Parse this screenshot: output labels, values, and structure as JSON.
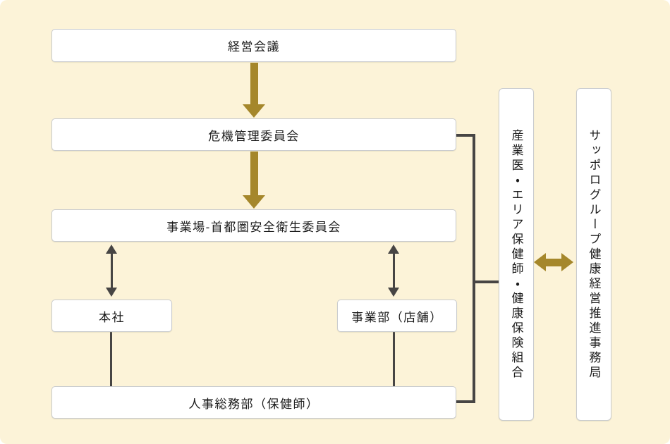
{
  "diagram": {
    "boxes": {
      "keiei": {
        "label": "経営会議"
      },
      "kiki": {
        "label": "危機管理委員会"
      },
      "jigyoba": {
        "label": "事業場-首都圏安全衛生委員会"
      },
      "honsha": {
        "label": "本社"
      },
      "jigyobu": {
        "label": "事業部（店舗）"
      },
      "jinji": {
        "label": "人事総務部（保健師）"
      },
      "sangyoi": {
        "label": "産業医・エリア保健師・健康保険組合"
      },
      "sapporo": {
        "label": "サッポログループ健康経営推進事務局"
      }
    },
    "icons": {
      "down_arrow": "solid gold downward arrow",
      "double_vertical_arrow": "dark gray two-headed vertical arrow",
      "double_horizontal_arrow": "gold two-headed horizontal arrow",
      "connector_line": "dark gray right-angle connector line"
    },
    "colors": {
      "background": "#FCF3D8",
      "box_border": "#C9CBCE",
      "gold_arrow": "#A5872B",
      "dark_arrow": "#474544",
      "text": "#1C1C1C"
    }
  }
}
